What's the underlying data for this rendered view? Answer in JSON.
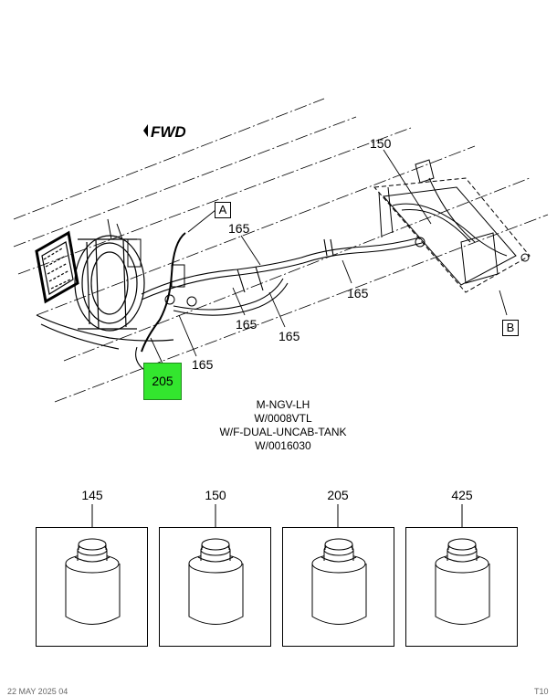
{
  "diagram": {
    "direction_label": "FWD",
    "callouts": {
      "c150": "150",
      "c165_top": "165",
      "c165_mid": "165",
      "c165_right": "165",
      "c165_low": "165",
      "c165_bottom": "165",
      "c205": "205"
    },
    "view_labels": {
      "a": "A",
      "b": "B"
    }
  },
  "config_notes": [
    "M-NGV-LH",
    "W/0008VTL",
    "W/F-DUAL-UNCAB-TANK",
    "W/0016030"
  ],
  "parts": [
    {
      "number": "145",
      "icon": "adhesive-can-icon"
    },
    {
      "number": "150",
      "icon": "adhesive-can-icon"
    },
    {
      "number": "205",
      "icon": "adhesive-can-icon"
    },
    {
      "number": "425",
      "icon": "adhesive-can-icon"
    }
  ],
  "footer": {
    "left": "22 MAY 2025 04",
    "right": "T10"
  },
  "colors": {
    "highlight": "#33e62e",
    "line": "#000000"
  }
}
